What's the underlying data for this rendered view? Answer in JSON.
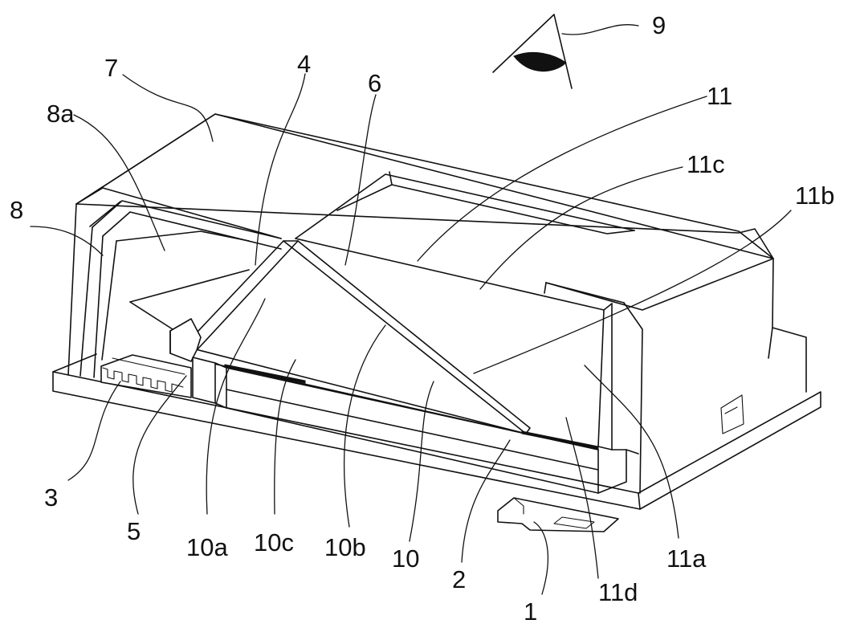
{
  "labels": {
    "l1": "1",
    "l2": "2",
    "l3": "3",
    "l4": "4",
    "l5": "5",
    "l6": "6",
    "l7": "7",
    "l8": "8",
    "l8a": "8a",
    "l9": "9",
    "l10": "10",
    "l10a": "10a",
    "l10b": "10b",
    "l10c": "10c",
    "l11": "11",
    "l11a": "11a",
    "l11b": "11b",
    "l11c": "11c",
    "l11d": "11d"
  },
  "colors": {
    "line": "#111111",
    "background": "#ffffff"
  }
}
